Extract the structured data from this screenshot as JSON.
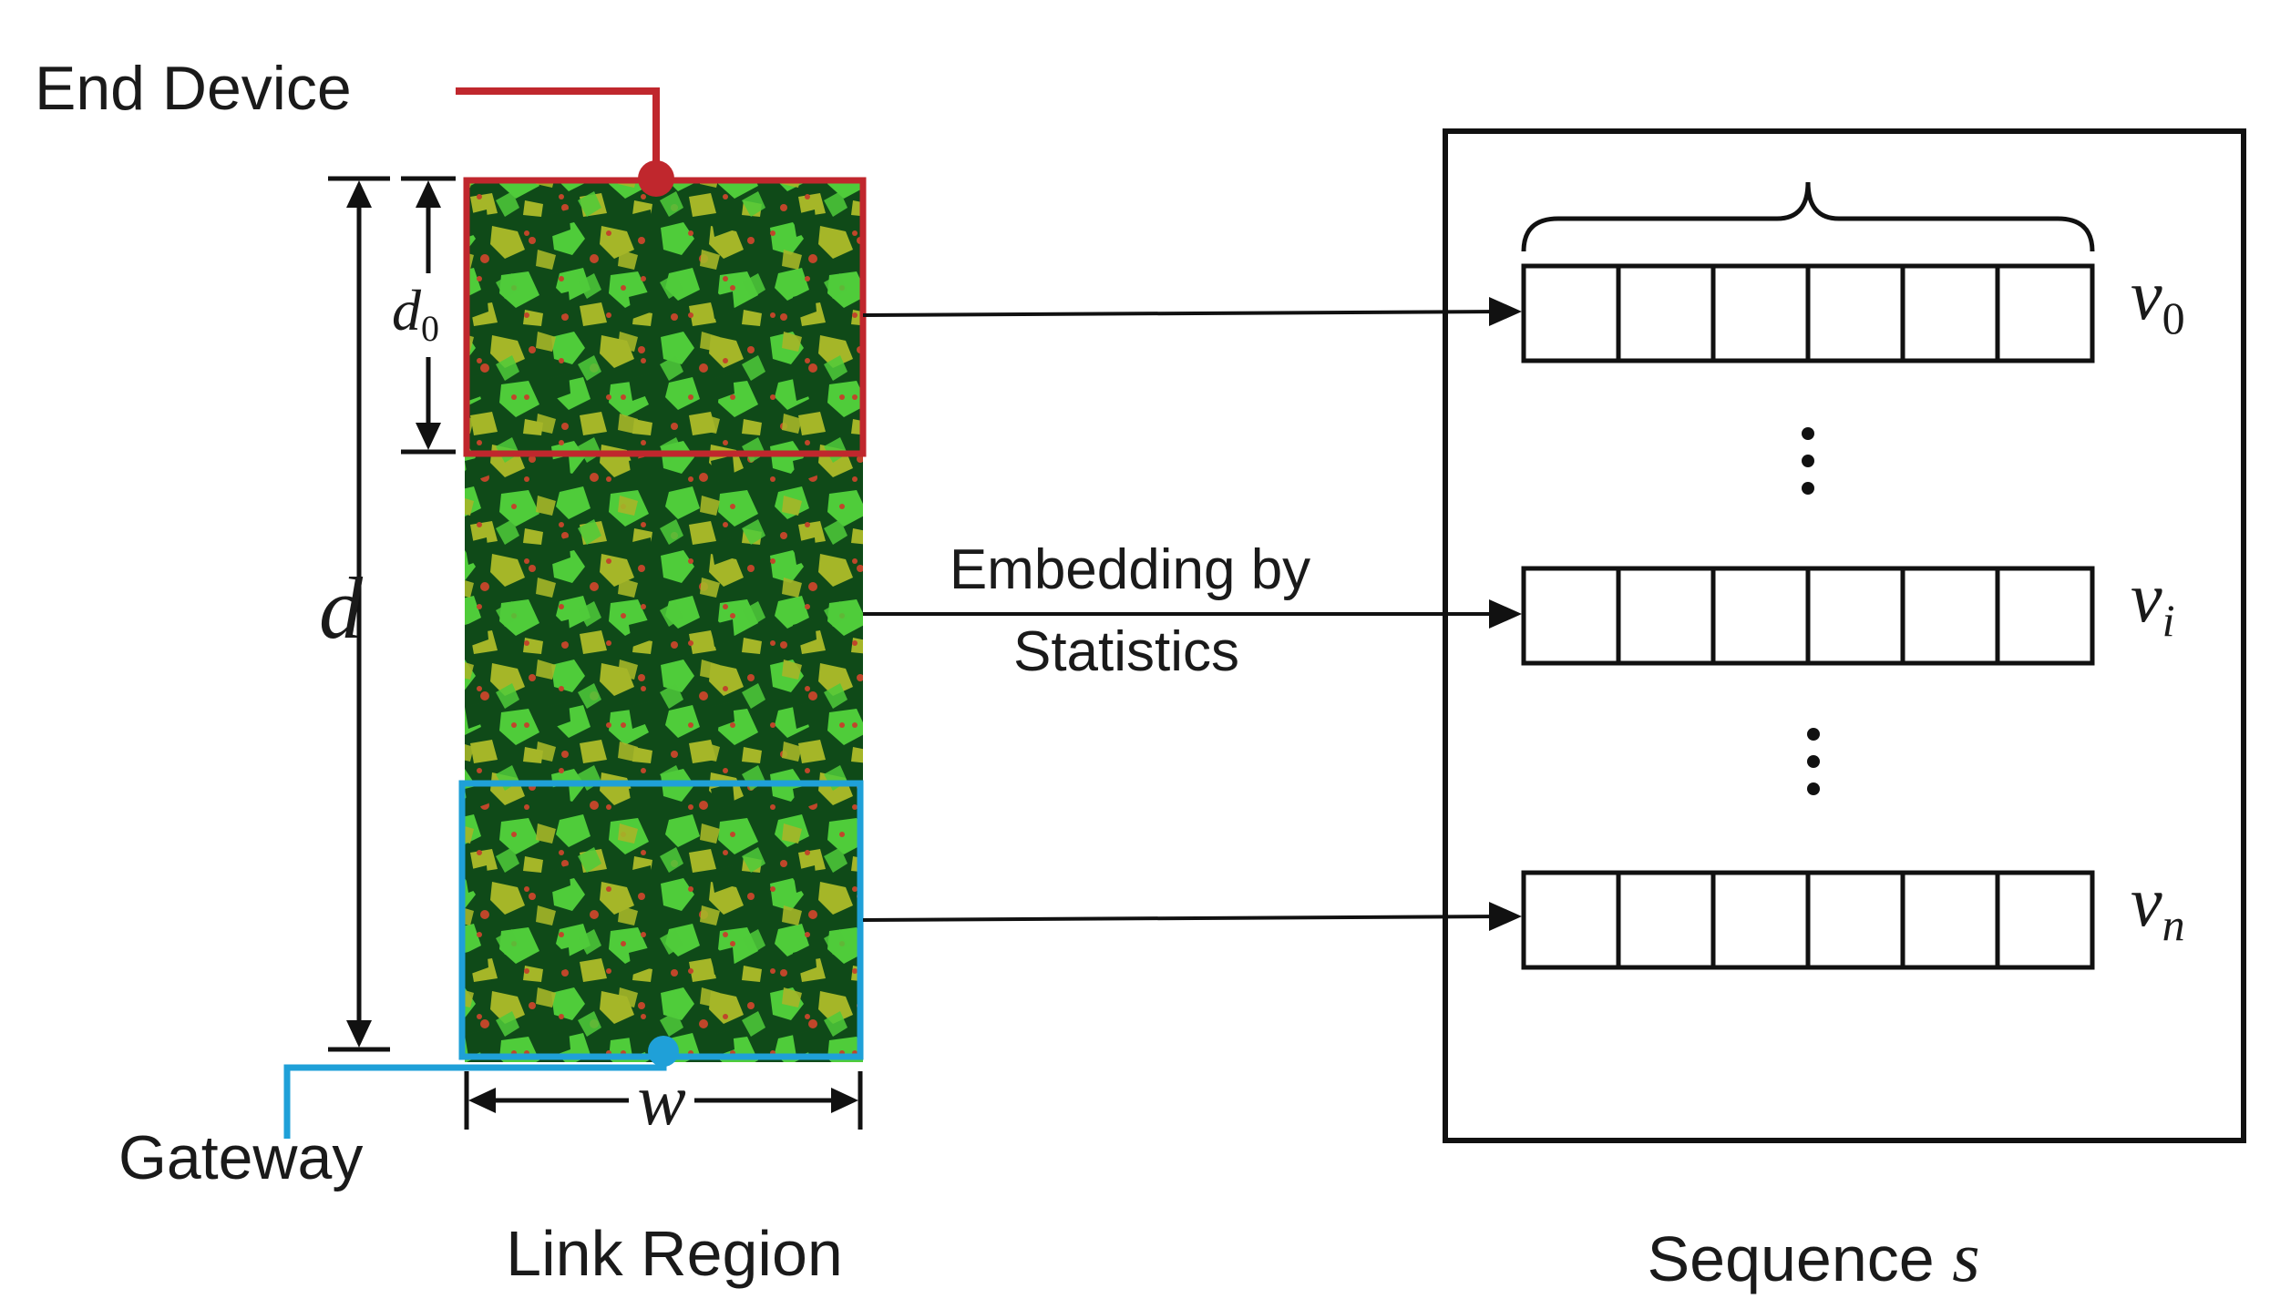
{
  "labels": {
    "end_device": "End Device",
    "gateway": "Gateway",
    "link_region": "Link Region",
    "embedding_line1": "Embedding by",
    "embedding_line2": "Statistics",
    "sequence_prefix": "Sequence ",
    "sequence_symbol": "s"
  },
  "dimensions": {
    "total_depth": "d",
    "segment_depth_base": "d",
    "segment_depth_sub": "0",
    "width": "w"
  },
  "vectors": [
    {
      "base": "v",
      "sub": "0"
    },
    {
      "base": "v",
      "sub": "i"
    },
    {
      "base": "v",
      "sub": "n"
    }
  ],
  "cells_per_vector": 6,
  "colors": {
    "end_device": "#c0272d",
    "gateway": "#1fa0d8",
    "terrain_dark": "#0f4a18",
    "terrain_light": "#4fcc3a",
    "terrain_yellow": "#a5b628",
    "terrain_red": "#c0462a"
  }
}
